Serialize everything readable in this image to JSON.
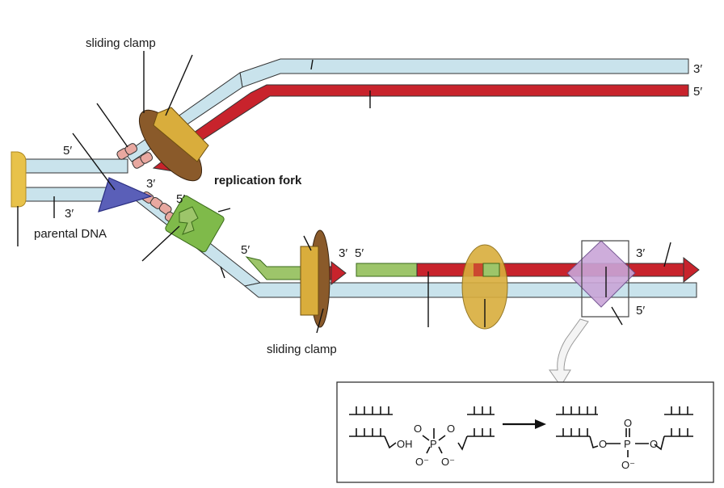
{
  "labels": {
    "sliding_clamp_top": "sliding clamp",
    "sliding_clamp_bottom": "sliding clamp",
    "replication_fork": "replication fork",
    "parental_dna": "parental DNA"
  },
  "ends": {
    "top_blue_3": "3′",
    "top_red_5": "5′",
    "left_top_5": "5′",
    "left_bottom_3": "3′",
    "fork_3": "3′",
    "primer_top_5": "5′",
    "lagging_5": "5′",
    "lagging_3": "3′",
    "okazaki_5": "5′",
    "right_red_3": "3′",
    "right_blue_5": "5′"
  },
  "chemistry": {
    "oh": "OH",
    "p_left": "P",
    "p_right": "P",
    "o": "O",
    "o_minus": "O⁻"
  },
  "colors": {
    "template_strand": "#c9e3ec",
    "new_strand": "#c8232c",
    "primer": "#9dc56a",
    "clamp": "#d9ad3c",
    "polymerase": "#8a5a2a",
    "helicase": "#5a5fb8",
    "primase": "#7fba4a",
    "binding_protein": "#e8a8a0",
    "ligase": "#c9a5d8",
    "outline": "#333333"
  }
}
